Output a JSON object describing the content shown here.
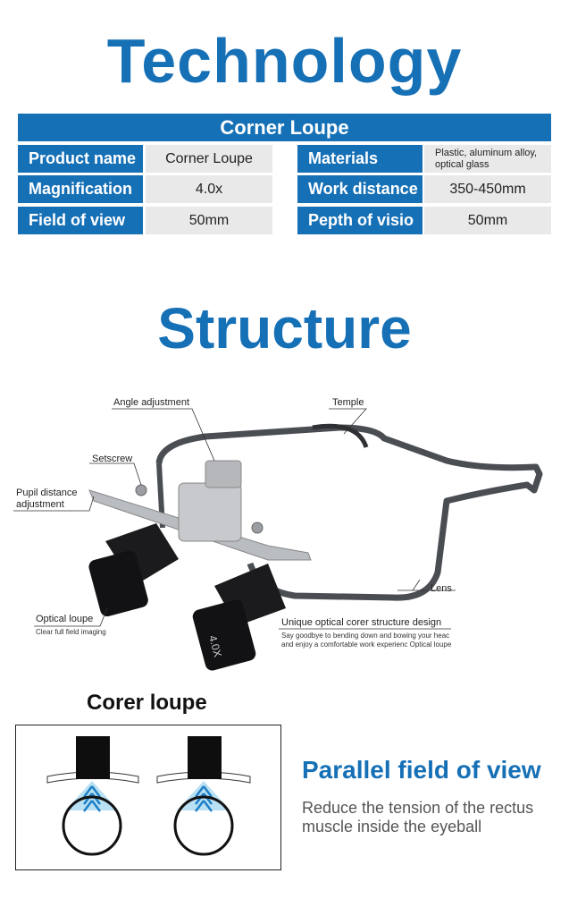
{
  "technology": {
    "title": "Technology",
    "table_header": "Corner Loupe",
    "rows": [
      {
        "label_left": "Product name",
        "value_left": "Corner Loupe",
        "label_right": "Materials",
        "value_right": "Plastic, aluminum alloy, optical glass"
      },
      {
        "label_left": "Magnification",
        "value_left": "4.0x",
        "label_right": "Work distance",
        "value_right": "350-450mm"
      },
      {
        "label_left": "Field of view",
        "value_left": "50mm",
        "label_right": "Pepth of visio",
        "value_right": "50mm"
      }
    ]
  },
  "structure": {
    "title": "Structure",
    "labels": {
      "angle": "Angle adjustment",
      "temple": "Temple",
      "setscrew": "Setscrew",
      "pupil": "Pupil distance adjustment",
      "lens": "Lens",
      "optical": "Optical loupe",
      "optical_sub": "Clear full field imaging",
      "unique": "Unique optical corer structure design",
      "unique_sub": "Say goodbye to bending down and bowing your heac and enjoy a comfortable work experienc Optical loupe",
      "loupe_mark": "4.0X"
    }
  },
  "bottom": {
    "diagram_title": "Corer loupe",
    "feature_title": "Parallel field of view",
    "feature_desc": "Reduce the tension of the rectus muscle inside the eyeball"
  }
}
